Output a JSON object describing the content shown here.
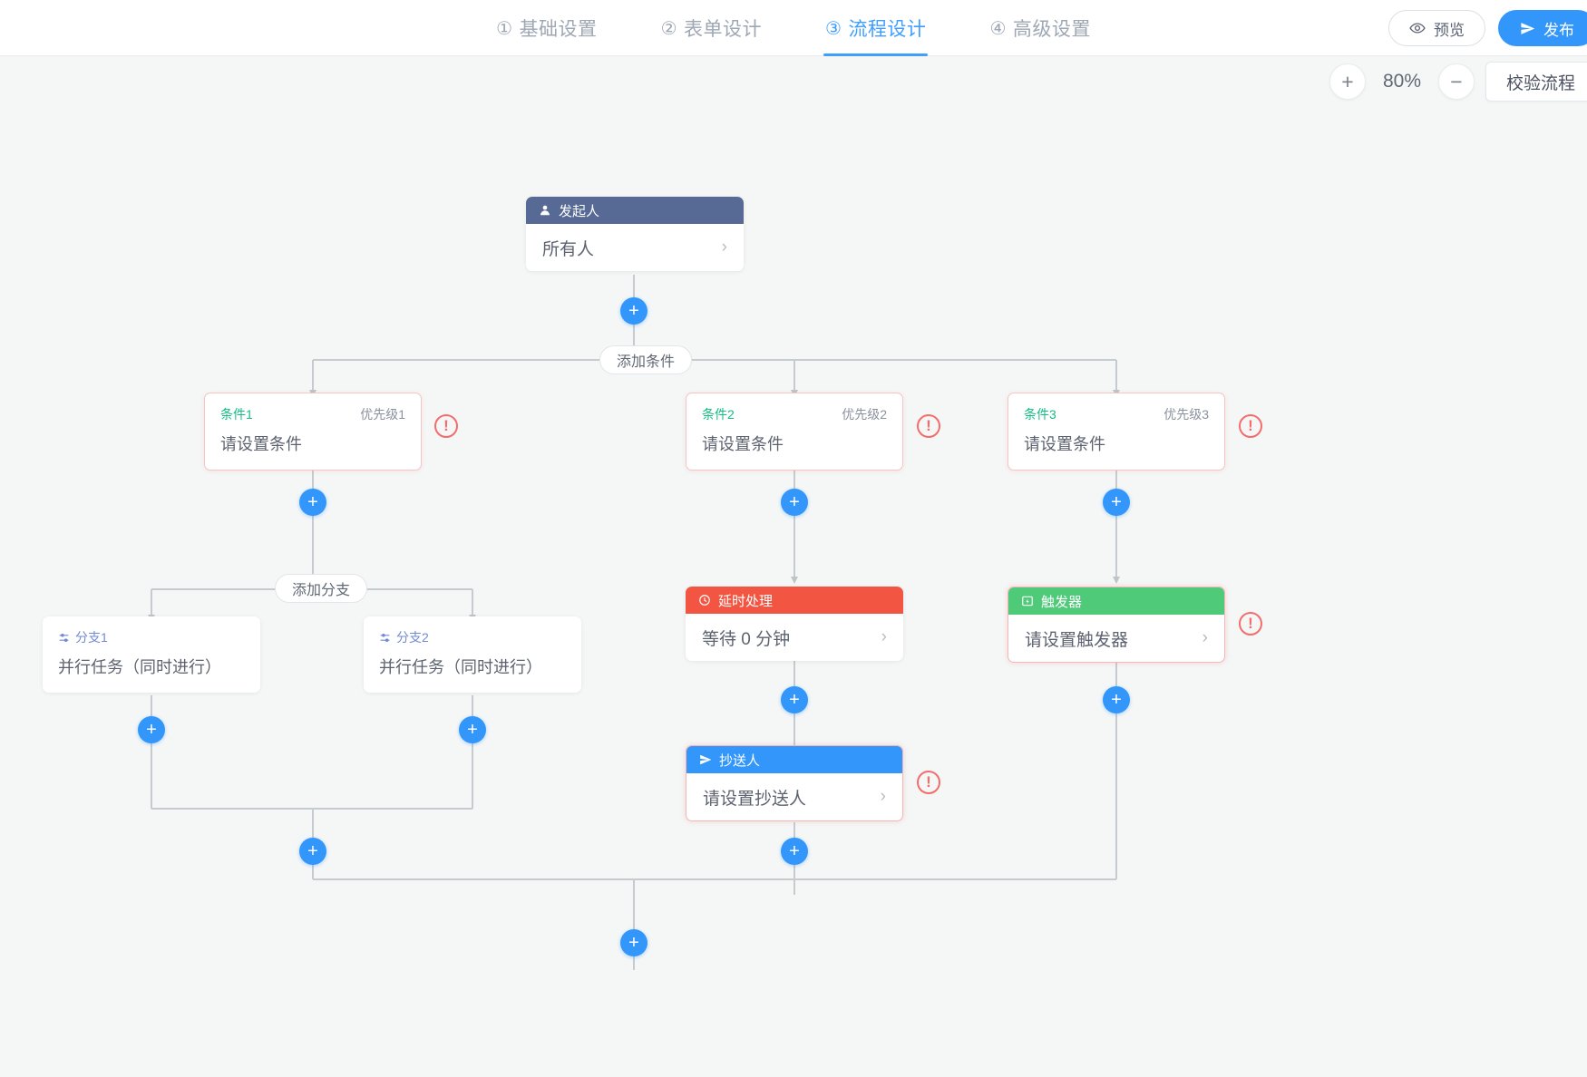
{
  "header": {
    "steps": [
      {
        "num": "①",
        "label": "基础设置",
        "active": false
      },
      {
        "num": "②",
        "label": "表单设计",
        "active": false
      },
      {
        "num": "③",
        "label": "流程设计",
        "active": true
      },
      {
        "num": "④",
        "label": "高级设置",
        "active": false
      }
    ],
    "preview_label": "预览",
    "publish_label": "发布",
    "accent_color": "#409eff",
    "primary_color": "#3296fa"
  },
  "toolbar": {
    "zoom_in_label": "+",
    "zoom_out_label": "−",
    "zoom_value": "80%",
    "validate_label": "校验流程"
  },
  "flow": {
    "start": {
      "head_icon": "user-icon",
      "head_label": "发起人",
      "body_label": "所有人",
      "chevron": "›",
      "head_color": "#576a95"
    },
    "add_condition_label": "添加条件",
    "add_branch_label": "添加分支",
    "plus_label": "+",
    "error_mark": "!",
    "conditions": [
      {
        "title": "条件1",
        "priority": "优先级1",
        "body": "请设置条件"
      },
      {
        "title": "条件2",
        "priority": "优先级2",
        "body": "请设置条件"
      },
      {
        "title": "条件3",
        "priority": "优先级3",
        "body": "请设置条件"
      }
    ],
    "branches": [
      {
        "icon": "sliders-icon",
        "title": "分支1",
        "body": "并行任务（同时进行）"
      },
      {
        "icon": "sliders-icon",
        "title": "分支2",
        "body": "并行任务（同时进行）"
      }
    ],
    "delay": {
      "head_icon": "clock-icon",
      "head_label": "延时处理",
      "body_label": "等待 0 分钟",
      "chevron": "›",
      "head_color": "#f25643"
    },
    "cc": {
      "head_icon": "send-icon",
      "head_label": "抄送人",
      "body_label": "请设置抄送人",
      "chevron": "›",
      "head_color": "#3296fa"
    },
    "trigger": {
      "head_icon": "trigger-icon",
      "head_label": "触发器",
      "body_label": "请设置触发器",
      "chevron": "›",
      "head_color": "#4eca79"
    }
  }
}
